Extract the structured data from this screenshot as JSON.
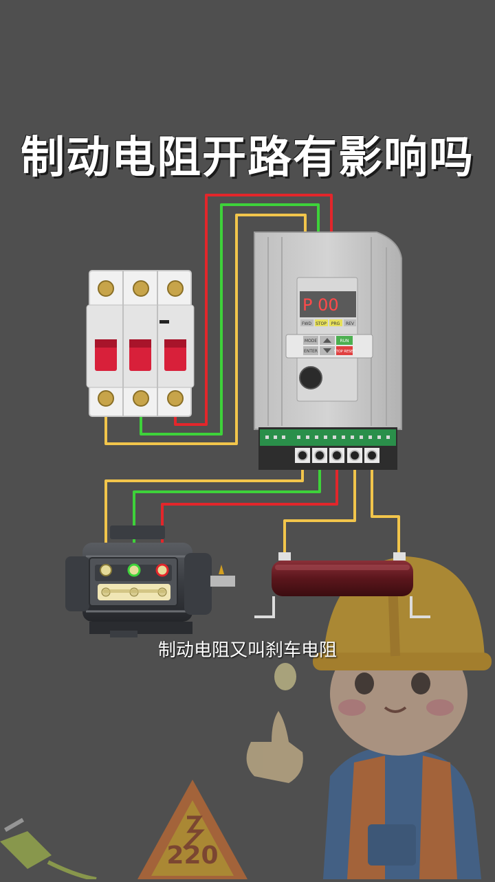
{
  "title": "制动电阻开路有影响吗",
  "subtitle": "制动电阻又叫刹车电阻",
  "inverter": {
    "display": "P  00",
    "keys_top": [
      "FWD",
      "STOP",
      "PRG",
      "REV"
    ],
    "keys": [
      "MODE",
      "ENTER",
      "RUN",
      "STOP RESET"
    ]
  },
  "sign_text": "220",
  "colors": {
    "background": "#4f4f4f",
    "wire_red": "#e3262b",
    "wire_green": "#3ed23a",
    "wire_yellow": "#f2c54b",
    "breaker_handle": "#d8203a",
    "resistor": "#6e1e24",
    "helmet": "#f5b81f"
  }
}
